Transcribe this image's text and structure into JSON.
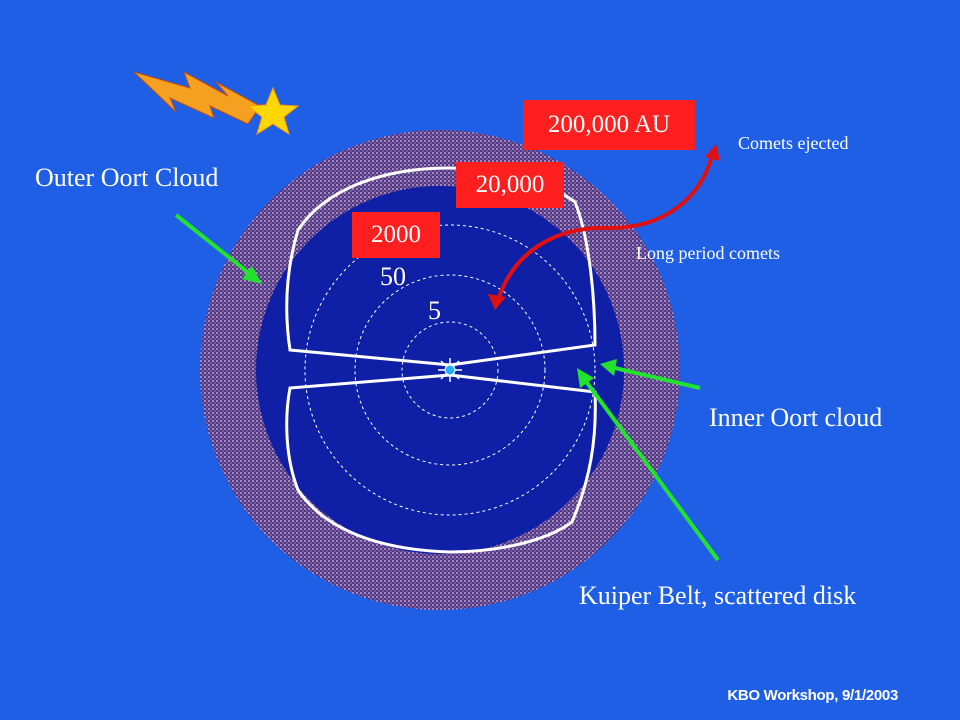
{
  "labels": {
    "outer_oort": "Outer Oort Cloud",
    "inner_oort": "Inner Oort cloud",
    "kuiper": "Kuiper Belt, scattered disk",
    "comets_ejected": "Comets ejected",
    "long_period": "Long period comets",
    "ring_5": "5",
    "ring_50": "50"
  },
  "distance_boxes": {
    "au_200000": "200,000 AU",
    "au_20000": "20,000",
    "au_2000": "2000"
  },
  "footer": "KBO Workshop, 9/1/2003",
  "colors": {
    "background": "#1f5fe6",
    "inner_disc": "#0f1fa6",
    "outer_shell": "#5a4a8c",
    "box": "#ff1f1f",
    "arrow_green": "#22e22e",
    "arrow_red": "#e01010",
    "bolt": "#f5a020",
    "star": "#ffd700"
  },
  "icons": [
    "lightning-bolt-icon",
    "star-icon",
    "sun-icon"
  ]
}
